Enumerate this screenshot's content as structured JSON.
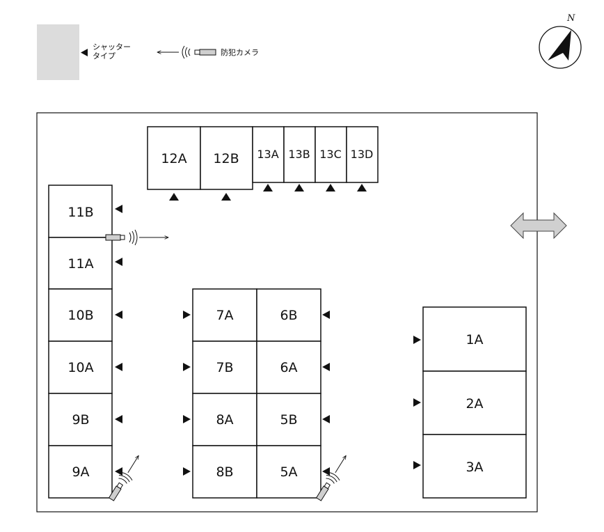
{
  "legend": {
    "shutter_label_line1": "シャッター",
    "shutter_label_line2": "タイプ",
    "camera_label": "防犯カメラ",
    "shutter_swatch_color": "#dcdcdc"
  },
  "compass": {
    "north_label": "N"
  },
  "colors": {
    "outline": "#111111",
    "entrance_arrow": "#d0d0d0"
  },
  "units": {
    "u12A": "12A",
    "u12B": "12B",
    "u13A": "13A",
    "u13B": "13B",
    "u13C": "13C",
    "u13D": "13D",
    "u11B": "11B",
    "u11A": "11A",
    "u10B": "10B",
    "u10A": "10A",
    "u9B": "9B",
    "u9A": "9A",
    "u7A": "7A",
    "u7B": "7B",
    "u8A": "8A",
    "u8B": "8B",
    "u6B": "6B",
    "u6A": "6A",
    "u5B": "5B",
    "u5A": "5A",
    "u1A": "1A",
    "u2A": "2A",
    "u3A": "3A"
  }
}
